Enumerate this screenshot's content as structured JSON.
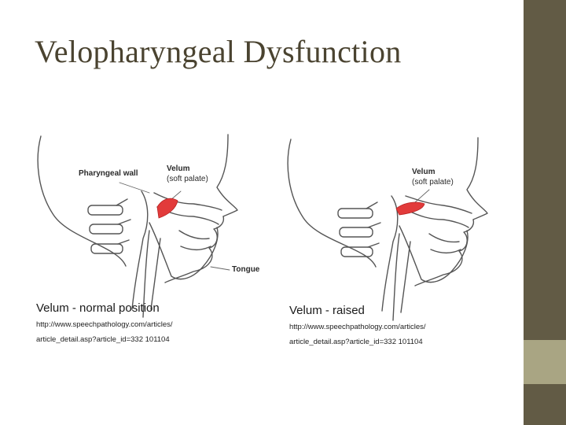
{
  "slide": {
    "title": "Velopharyngeal Dysfunction",
    "colors": {
      "sidebar": "#625b45",
      "accent": "#a9a583",
      "title": "#4a4330",
      "velum": "#e23b3b"
    }
  },
  "figure": {
    "left": {
      "labels": {
        "pharyngeal_wall": "Pharyngeal wall",
        "velum": "Velum",
        "soft_palate": "(soft palate)",
        "tongue": "Tongue"
      },
      "caption": "Velum  - normal position",
      "url_line1": "http://www.speechpathology.com/articles/",
      "url_line2": "article_detail.asp?article_id=332 101104"
    },
    "right": {
      "labels": {
        "velum": "Velum",
        "soft_palate": "(soft palate)"
      },
      "caption": "Velum  - raised",
      "url_line1": "http://www.speechpathology.com/articles/",
      "url_line2": "article_detail.asp?article_id=332 101104"
    }
  }
}
